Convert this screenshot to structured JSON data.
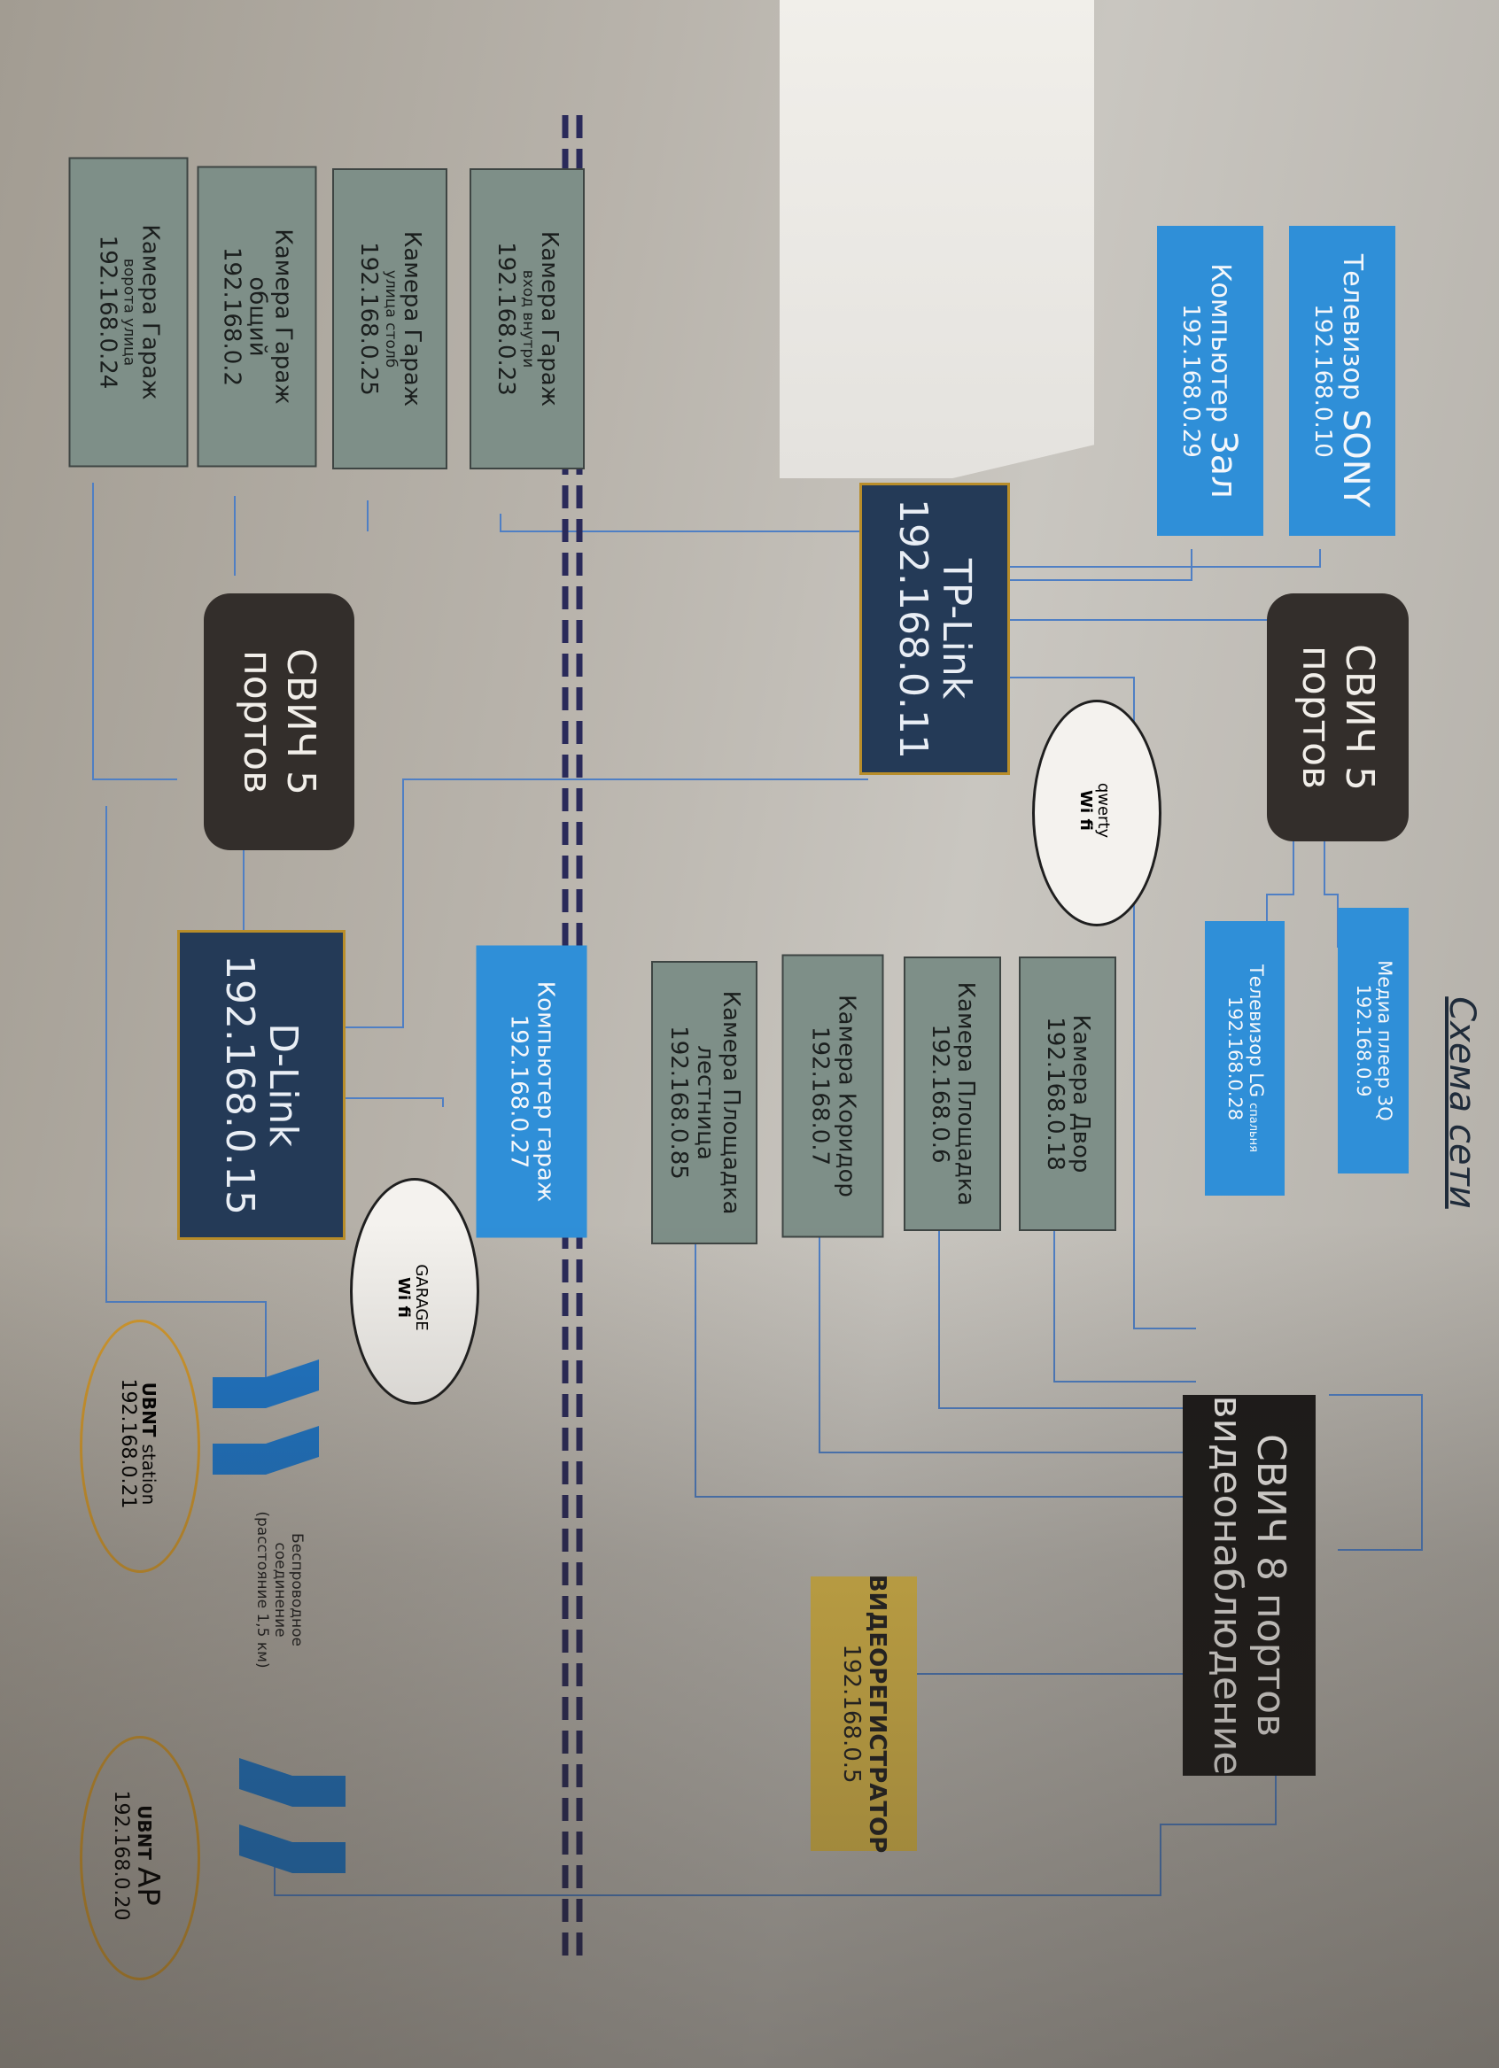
{
  "diagram": {
    "title": "Схема сети",
    "devices": {
      "tv_sony": {
        "name_a": "Телевизор",
        "name_b": "SONY",
        "ip": "192.168.0.10"
      },
      "pc_hall": {
        "name_a": "Компьютер",
        "name_b": "Зал",
        "ip": "192.168.0.29"
      },
      "media_player": {
        "name": "Медиа плеер 3Q",
        "ip": "192.168.0.9"
      },
      "tv_lg": {
        "name": "Телевизор LG",
        "note": "спальня",
        "ip": "192.168.0.28"
      },
      "cam_yard": {
        "name": "Камера Двор",
        "ip": "192.168.0.18"
      },
      "cam_landing": {
        "name": "Камера Площадка",
        "ip": "192.168.0.6"
      },
      "cam_corridor": {
        "name": "Камера Коридор",
        "ip": "192.168.0.7"
      },
      "cam_stairs": {
        "name_a": "Камера Площадка",
        "name_b": "лестница",
        "ip": "192.168.0.85"
      },
      "pc_garage": {
        "name": "Компьютер гараж",
        "ip": "192.168.0.27"
      },
      "cam_g_inside": {
        "name": "Камера Гараж",
        "note": "вход внутри",
        "ip": "192.168.0.23"
      },
      "cam_g_pole": {
        "name": "Камера Гараж",
        "note": "улица столб",
        "ip": "192.168.0.25"
      },
      "cam_g_common": {
        "name_a": "Камера Гараж",
        "name_b": "общий",
        "ip": "192.168.0.2"
      },
      "cam_g_gate": {
        "name": "Камера Гараж",
        "note": "ворота улица",
        "ip": "192.168.0.24"
      },
      "dvr": {
        "name": "ВИДЕОРЕГИСТРАТОР",
        "ip": "192.168.0.5"
      }
    },
    "switches": {
      "sw5_top": {
        "line_a": "СВИЧ 5",
        "line_b": "портов"
      },
      "sw5_bottom": {
        "line_a": "СВИЧ 5",
        "line_b": "портов"
      },
      "sw8": {
        "line_a": "СВИЧ 8 портов",
        "line_b": "видеонаблюдение"
      }
    },
    "routers": {
      "tplink": {
        "name": "TP-Link",
        "ip": "192.168.0.11"
      },
      "dlink": {
        "name": "D-Link",
        "ip": "192.168.0.15"
      }
    },
    "wifi": {
      "qwerty": {
        "ssid": "qwerty",
        "label": "Wi fi"
      },
      "garage": {
        "ssid": "GARAGE",
        "label": "Wi fi"
      }
    },
    "ubnt": {
      "station": {
        "name_a": "UBNT",
        "name_b": "station",
        "ip": "192.168.0.21"
      },
      "ap": {
        "name_a": "UBNT",
        "name_b": "AP",
        "ip": "192.168.0.20"
      }
    },
    "wireless_note": {
      "line_a": "Беспроводное",
      "line_b": "соединение",
      "line_c": "(расстояние 1,5 км)"
    },
    "colors": {
      "blue_box": "#2f8fd8",
      "grey_box": "#7e8f88",
      "navy_router": "#243a57",
      "dark_switch": "#332e2b",
      "yellow_box": "#e8c44e",
      "wire": "#4f7fc4",
      "dashed_divider": "#2a2a5a"
    }
  }
}
